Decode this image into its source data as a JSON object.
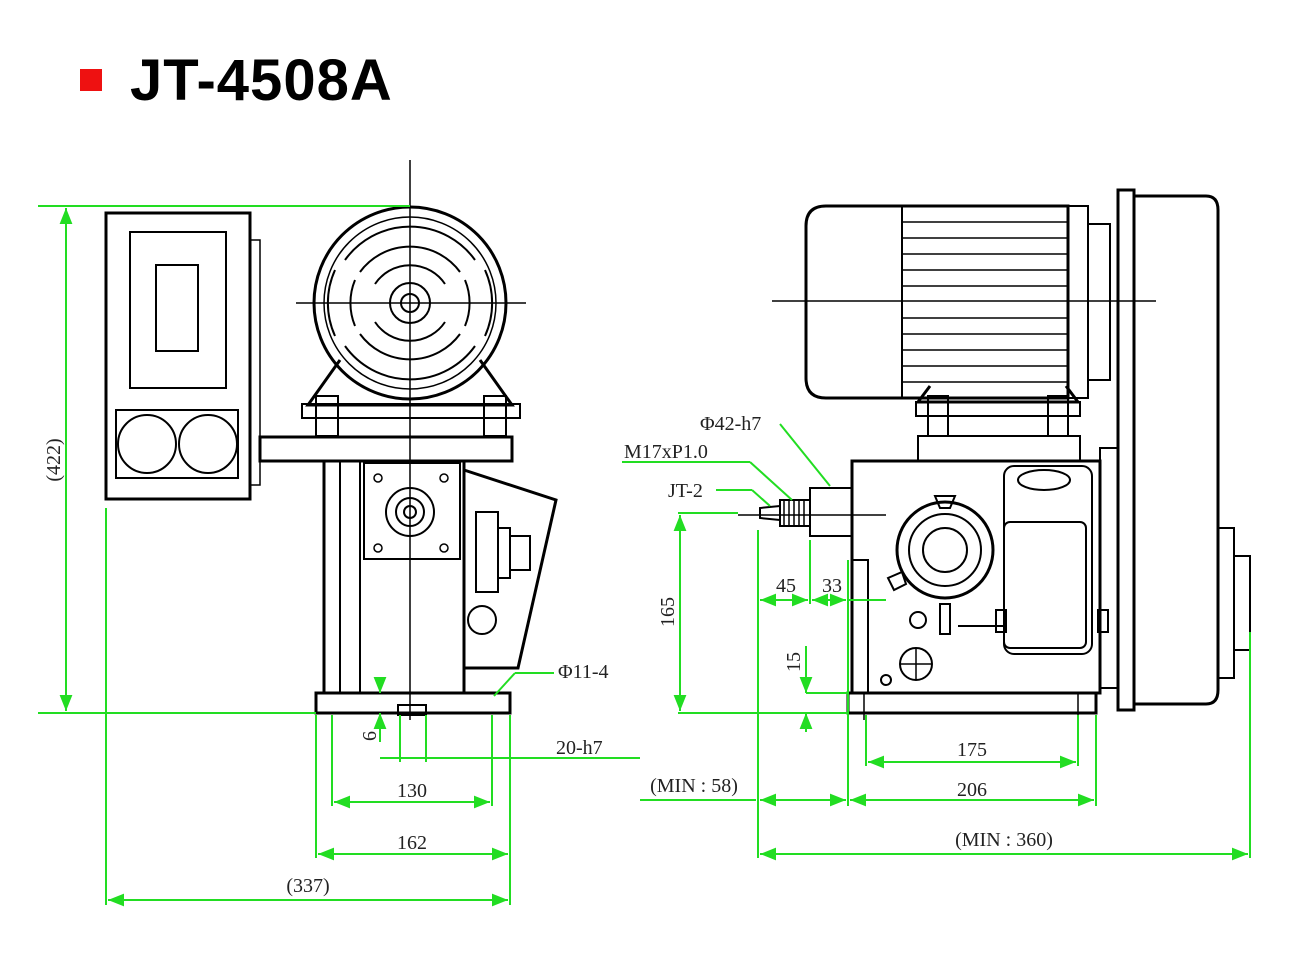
{
  "title": {
    "text": "JT-4508A",
    "marker_color": "#ee1111"
  },
  "colors": {
    "dimension": "#22dd22",
    "outline": "#000000"
  },
  "front_view": {
    "height_label": "(422)",
    "base_offset_label": "6",
    "shaft_label": "20-h7",
    "hole_label": "Φ11-4",
    "hole_spacing_label": "130",
    "base_width_label": "162",
    "overall_width_label": "(337)"
  },
  "side_view": {
    "shaft_dia_label": "Φ42-h7",
    "thread_label": "M17xP1.0",
    "tool_label": "JT-2",
    "center_height_label": "165",
    "offset_45_label": "45",
    "offset_33_label": "33",
    "base_thickness_label": "15",
    "hole_spacing_label": "175",
    "base_length_label": "206",
    "min_front_label": "(MIN : 58)",
    "min_overall_label": "(MIN : 360)"
  }
}
